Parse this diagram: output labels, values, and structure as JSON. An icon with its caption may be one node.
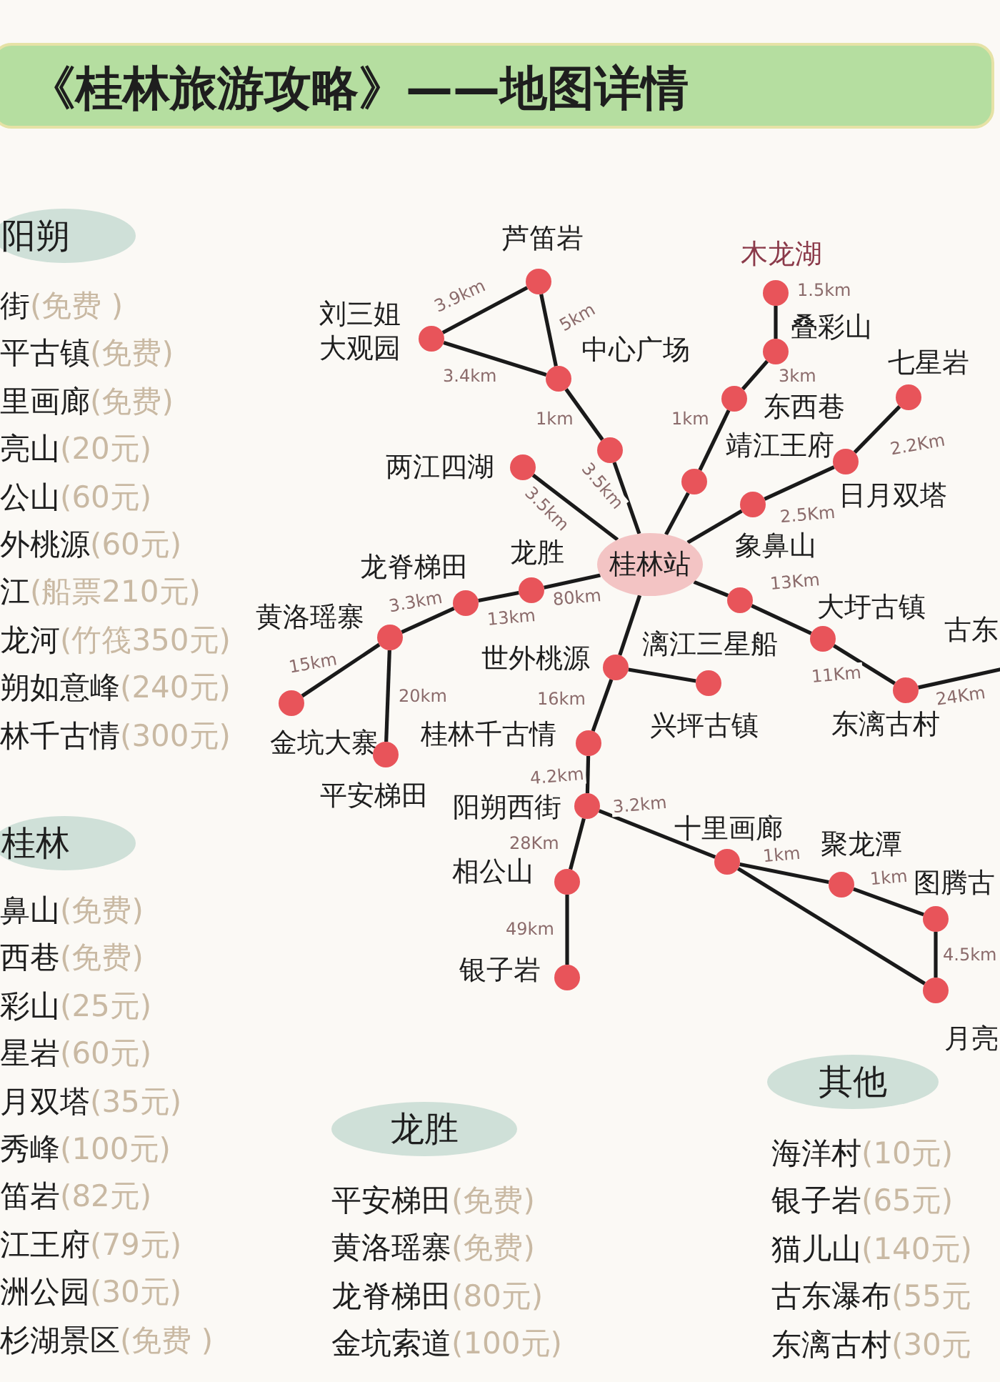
{
  "diagram": {
    "title": "《桂林旅游攻略》——地图详情",
    "nodes": [
      {
        "text": [
          "阳朔"
        ]
      },
      {
        "text": [
          "桂林"
        ]
      },
      {
        "text": [
          "龙胜"
        ]
      },
      {
        "text": [
          "其他"
        ]
      },
      {
        "text": [
          "桂林站"
        ]
      },
      {
        "text": [
          "芦笛岩"
        ]
      },
      {
        "text": [
          "刘三姐大观园"
        ]
      },
      {
        "text": [
          "中心广场"
        ]
      },
      {
        "text": [],
        "shape": "circle"
      },
      {
        "text": [
          "两江四湖"
        ]
      },
      {
        "text": [
          "木龙湖"
        ]
      },
      {
        "text": [
          "叠彩山"
        ]
      },
      {
        "text": [
          "东西巷"
        ]
      },
      {
        "text": [
          "靖江王府"
        ]
      },
      {
        "text": [
          "七星岩"
        ]
      },
      {
        "text": [
          "日月双塔"
        ]
      },
      {
        "text": [
          "象鼻山"
        ]
      },
      {
        "text": [
          "龙胜"
        ]
      },
      {
        "text": [
          "龙脊梯田"
        ]
      },
      {
        "text": [
          "黄洛瑶寨"
        ]
      },
      {
        "text": [
          "金坑大寨"
        ]
      },
      {
        "text": [
          "平安梯田"
        ]
      },
      {
        "text": [],
        "shape": "circle"
      },
      {
        "text": [
          "大圩古镇"
        ]
      },
      {
        "text": [
          "东漓古村"
        ]
      },
      {
        "text": [
          "世外桃源"
        ]
      },
      {
        "text": [
          "兴坪古镇"
        ]
      },
      {
        "text": [
          "桂林千古情"
        ]
      },
      {
        "text": [
          "阳朔西街"
        ]
      },
      {
        "text": [
          "相公山"
        ]
      },
      {
        "text": [
          "银子岩"
        ]
      },
      {
        "text": [
          "十里画廊"
        ]
      },
      {
        "text": [
          "聚龙潭"
        ]
      },
      {
        "text": [
          "图腾古"
        ]
      },
      {
        "text": [
          "月亮"
        ]
      }
    ],
    "edges": [
      {
        "from": 5,
        "to": 6,
        "arrow": "none",
        "label": "3.9km"
      },
      {
        "from": 5,
        "to": 7,
        "arrow": "none",
        "label": "5km"
      },
      {
        "from": 6,
        "to": 7,
        "arrow": "none",
        "label": "3.4km"
      },
      {
        "from": 7,
        "to": 8,
        "arrow": "none",
        "label": "1km"
      },
      {
        "from": 8,
        "to": 4,
        "arrow": "none",
        "label": "3.5km"
      },
      {
        "from": 9,
        "to": 4,
        "arrow": "none",
        "label": "3.5km"
      },
      {
        "from": 10,
        "to": 11,
        "arrow": "none",
        "label": "1.5km"
      },
      {
        "from": 11,
        "to": 12,
        "arrow": "none",
        "label": "3km"
      },
      {
        "from": 12,
        "to": 13,
        "arrow": "none",
        "label": "1km"
      },
      {
        "from": 13,
        "to": 4,
        "arrow": "none"
      },
      {
        "from": 14,
        "to": 15,
        "arrow": "none",
        "label": "2.2Km"
      },
      {
        "from": 15,
        "to": 16,
        "arrow": "none",
        "label": "2.5Km"
      },
      {
        "from": 16,
        "to": 4,
        "arrow": "none"
      },
      {
        "from": 4,
        "to": 17,
        "arrow": "none",
        "label": "80km"
      },
      {
        "from": 17,
        "to": 18,
        "arrow": "none",
        "label": "13km"
      },
      {
        "from": 18,
        "to": 19,
        "arrow": "none",
        "label": "3.3km"
      },
      {
        "from": 19,
        "to": 20,
        "arrow": "none",
        "label": "15km"
      },
      {
        "from": 19,
        "to": 21,
        "arrow": "none",
        "label": "20km"
      },
      {
        "from": 4,
        "to": 22,
        "arrow": "none",
        "label": "13Km"
      },
      {
        "from": 22,
        "to": 23,
        "arrow": "none"
      },
      {
        "from": 23,
        "to": 24,
        "arrow": "none",
        "label": "11Km"
      },
      {
        "from": 24,
        "to": null,
        "arrow": "none",
        "label": "24Km"
      },
      {
        "from": 4,
        "to": 25,
        "arrow": "none"
      },
      {
        "from": 25,
        "to": 26,
        "arrow": "none"
      },
      {
        "from": 25,
        "to": 27,
        "arrow": "none",
        "label": "16km"
      },
      {
        "from": 27,
        "to": 28,
        "arrow": "none",
        "label": "4.2km"
      },
      {
        "from": 28,
        "to": 29,
        "arrow": "none",
        "label": "28Km"
      },
      {
        "from": 29,
        "to": 30,
        "arrow": "none",
        "label": "49km"
      },
      {
        "from": 28,
        "to": 31,
        "arrow": "none",
        "label": "3.2km"
      },
      {
        "from": 31,
        "to": 32,
        "arrow": "none",
        "label": "1km"
      },
      {
        "from": 32,
        "to": 33,
        "arrow": "none",
        "label": "1km"
      },
      {
        "from": 33,
        "to": 34,
        "arrow": "none",
        "label": "4.5km"
      },
      {
        "from": 31,
        "to": 34,
        "arrow": "none"
      }
    ],
    "labels": [
      "街",
      "(免费 )",
      "平古镇",
      "(免费)",
      "里画廊",
      "(免费)",
      "亮山",
      "(20元)",
      "公山",
      "(60元)",
      "外桃源",
      "(60元)",
      "江",
      "(船票210元)",
      "龙河",
      "(竹筏350元)",
      "朔如意峰",
      "(240元)",
      "林千古情",
      "(300元)",
      "鼻山",
      "(免费)",
      "西巷",
      "(免费)",
      "彩山",
      "(25元)",
      "星岩",
      "(60元)",
      "月双塔",
      "(35元)",
      "秀峰",
      "(100元)",
      "笛岩",
      "(82元)",
      "江王府",
      "(79元)",
      "洲公园",
      "(30元)",
      "杉湖景区",
      "(免费 )",
      "平安梯田",
      "(免费)",
      "黄洛瑶寨",
      "(免费)",
      "龙脊梯田",
      "(80元)",
      "金坑索道",
      "(100元)",
      "海洋村",
      "(10元)",
      "银子岩",
      "(65元)",
      "猫儿山",
      "(140元)",
      "古东瀑布",
      "(55元",
      "东漓古村",
      "(30元",
      "漓江三星船",
      "古东"
    ]
  }
}
